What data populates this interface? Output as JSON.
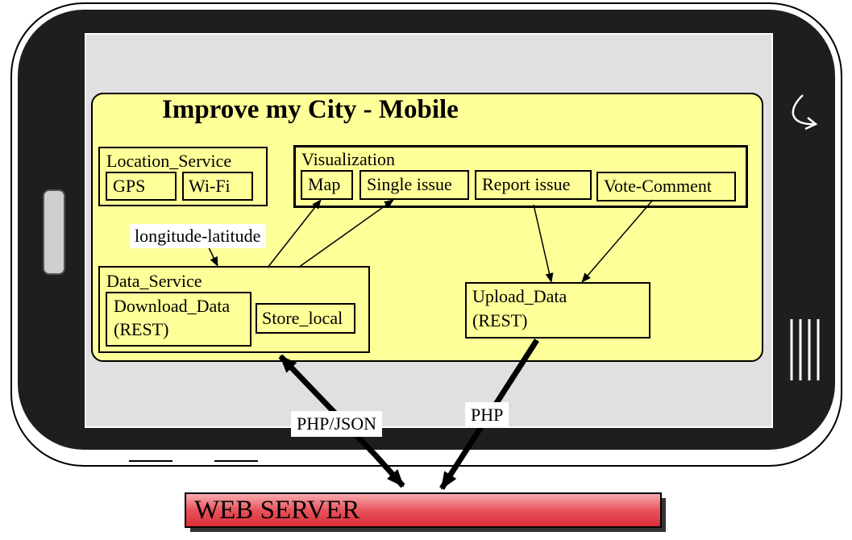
{
  "title": "Improve my City - Mobile",
  "colors": {
    "panel_fill": "#ffff99",
    "screen_fill": "#e0e0e0",
    "phone_body": "#1e1e1e",
    "server_fill": "#e8545c"
  },
  "location_service": {
    "title": "Location_Service",
    "gps": "GPS",
    "wifi": "Wi-Fi"
  },
  "visualization": {
    "title": "Visualization",
    "map": "Map",
    "single_issue": "Single issue",
    "report_issue": "Report issue",
    "vote_comment": "Vote-Comment"
  },
  "data_service": {
    "title": "Data_Service",
    "download_line1": "Download_Data",
    "download_line2": "(REST)",
    "store_local": "Store_local"
  },
  "upload_data": {
    "line1": "Upload_Data",
    "line2": "(REST)"
  },
  "edge_labels": {
    "longitude_latitude": "longitude-latitude",
    "php_json": "PHP/JSON",
    "php": "PHP"
  },
  "web_server": "WEB SERVER",
  "icons": [
    "back-arrow-icon",
    "menu-lines-icon",
    "side-button"
  ]
}
